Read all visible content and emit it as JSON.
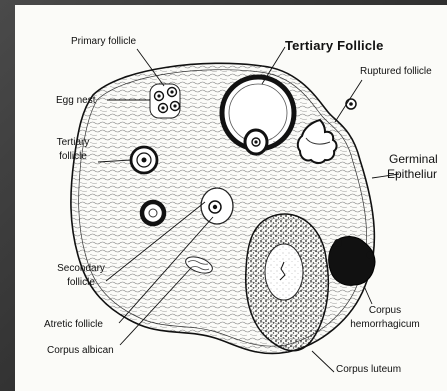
{
  "labels": {
    "primary_follicle": "Primary follicle",
    "tertiary_follicle_title": "Tertiary Follicle",
    "ruptured_follicle": "Ruptured follicle",
    "egg_nest": "Egg nest",
    "germinal_line1": "Germinal",
    "germinal_line2": "Epitheliur",
    "tertiary_follicle_line1": "Tertiary",
    "tertiary_follicle_line2": "follicle",
    "secondary_follicle_line1": "Secondary",
    "secondary_follicle_line2": "follicle",
    "atretic_follicle": "Atretic follicle",
    "corpus_albican": "Corpus albican",
    "corpus_hemorrhagicum_line1": "Corpus",
    "corpus_hemorrhagicum_line2": "hemorrhagicum",
    "corpus_luteum": "Corpus luteum"
  },
  "colors": {
    "background": "#3a3a3a",
    "paper": "#fbfbf8",
    "ink": "#111111"
  }
}
